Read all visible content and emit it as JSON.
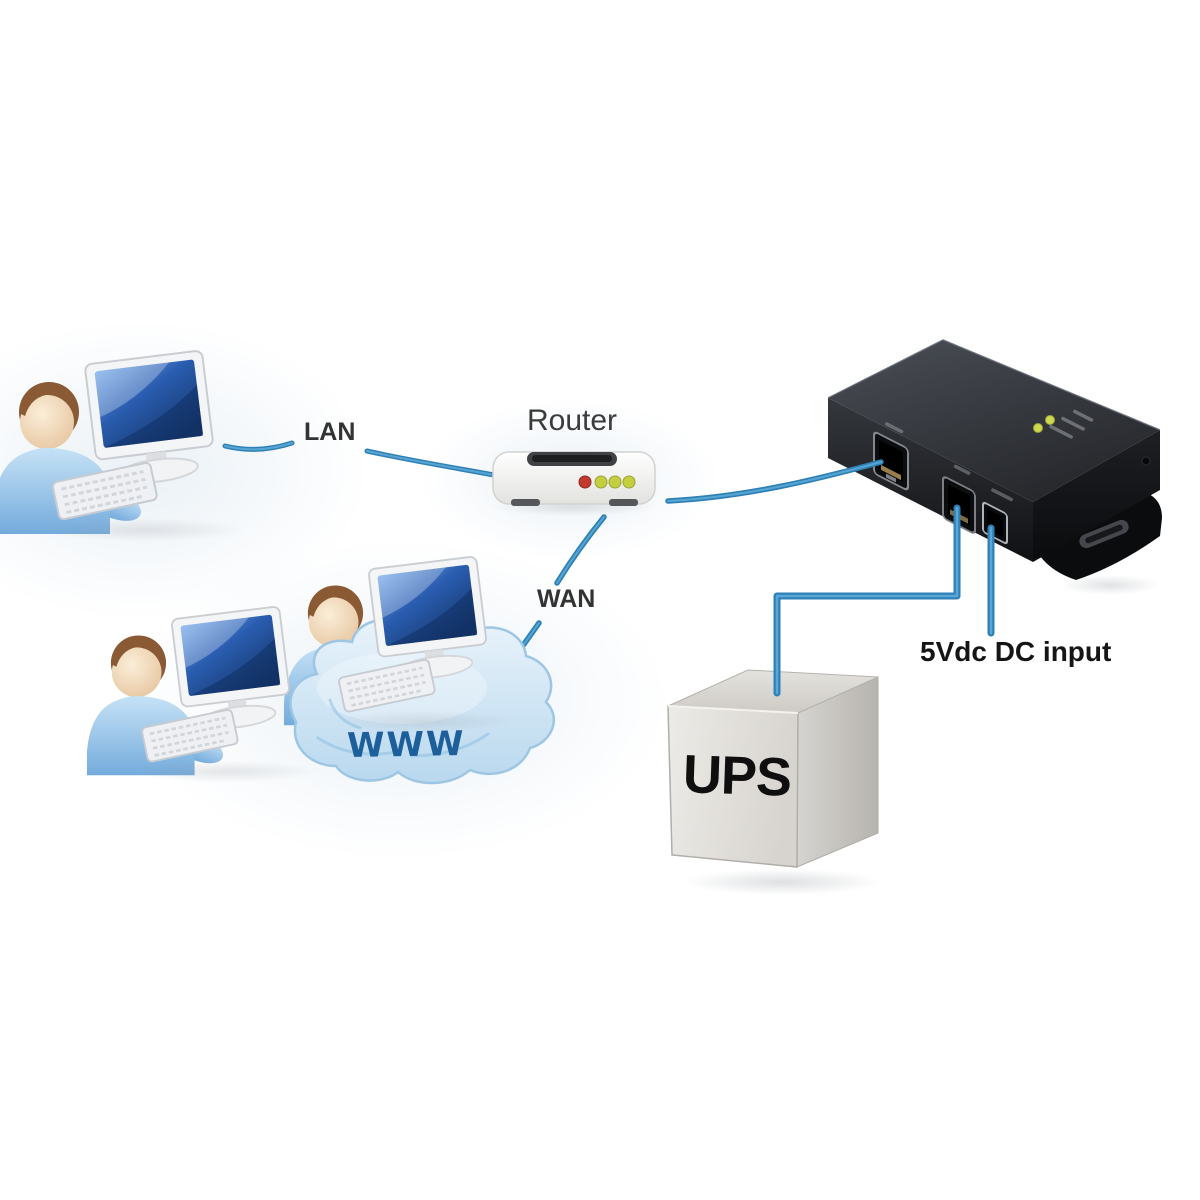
{
  "scene": {
    "type": "network-diagram",
    "background": "#ffffff",
    "labels": {
      "router": "Router",
      "lan": "LAN",
      "wan": "WAN",
      "www": "WWW",
      "ups": "UPS",
      "dc_input": "5Vdc DC input"
    },
    "colors": {
      "connection_line": "#2e81b6",
      "connection_line_core": "#62aeda",
      "label_text": "#333333",
      "router_label_text": "#3b3b3b",
      "www_text": "#1d5f9b",
      "ups_text": "#0f0f0f",
      "cloud_fill_top": "#eaf4fb",
      "cloud_fill_bottom": "#b9d8ee",
      "cloud_edge": "#9cc6e4",
      "router_led_red": "#c23a2c",
      "router_led_green": "#c3cf3f",
      "device_led_green": "#ccd84e",
      "monitor_screen_blue": "#2a5db0",
      "shirt_blue": "#9ecbec",
      "skin_tone": "#f0d9bc",
      "hair_brown": "#8a5a35",
      "device_body_dark": "#232528",
      "ups_body_gray": "#e4e2de"
    },
    "nodes": [
      {
        "id": "workstation-1",
        "kind": "user-with-computer",
        "label": ""
      },
      {
        "id": "workstation-2",
        "kind": "user-with-computer",
        "label": ""
      },
      {
        "id": "workstation-3",
        "kind": "user-with-computer",
        "label": ""
      },
      {
        "id": "router",
        "kind": "router",
        "label": "Router"
      },
      {
        "id": "internet-cloud",
        "kind": "cloud",
        "label": "WWW"
      },
      {
        "id": "network-device",
        "kind": "device",
        "label": ""
      },
      {
        "id": "ups",
        "kind": "ups",
        "label": "UPS"
      }
    ],
    "connections": [
      {
        "from": "workstation-1",
        "to": "router",
        "label": "LAN"
      },
      {
        "from": "internet-cloud",
        "to": "router",
        "label": "WAN"
      },
      {
        "from": "router",
        "to": "network-device",
        "label": ""
      },
      {
        "from": "network-device",
        "to": "ups",
        "label": ""
      },
      {
        "from": "network-device",
        "to": "dc-power",
        "label": "5Vdc DC input"
      }
    ]
  }
}
